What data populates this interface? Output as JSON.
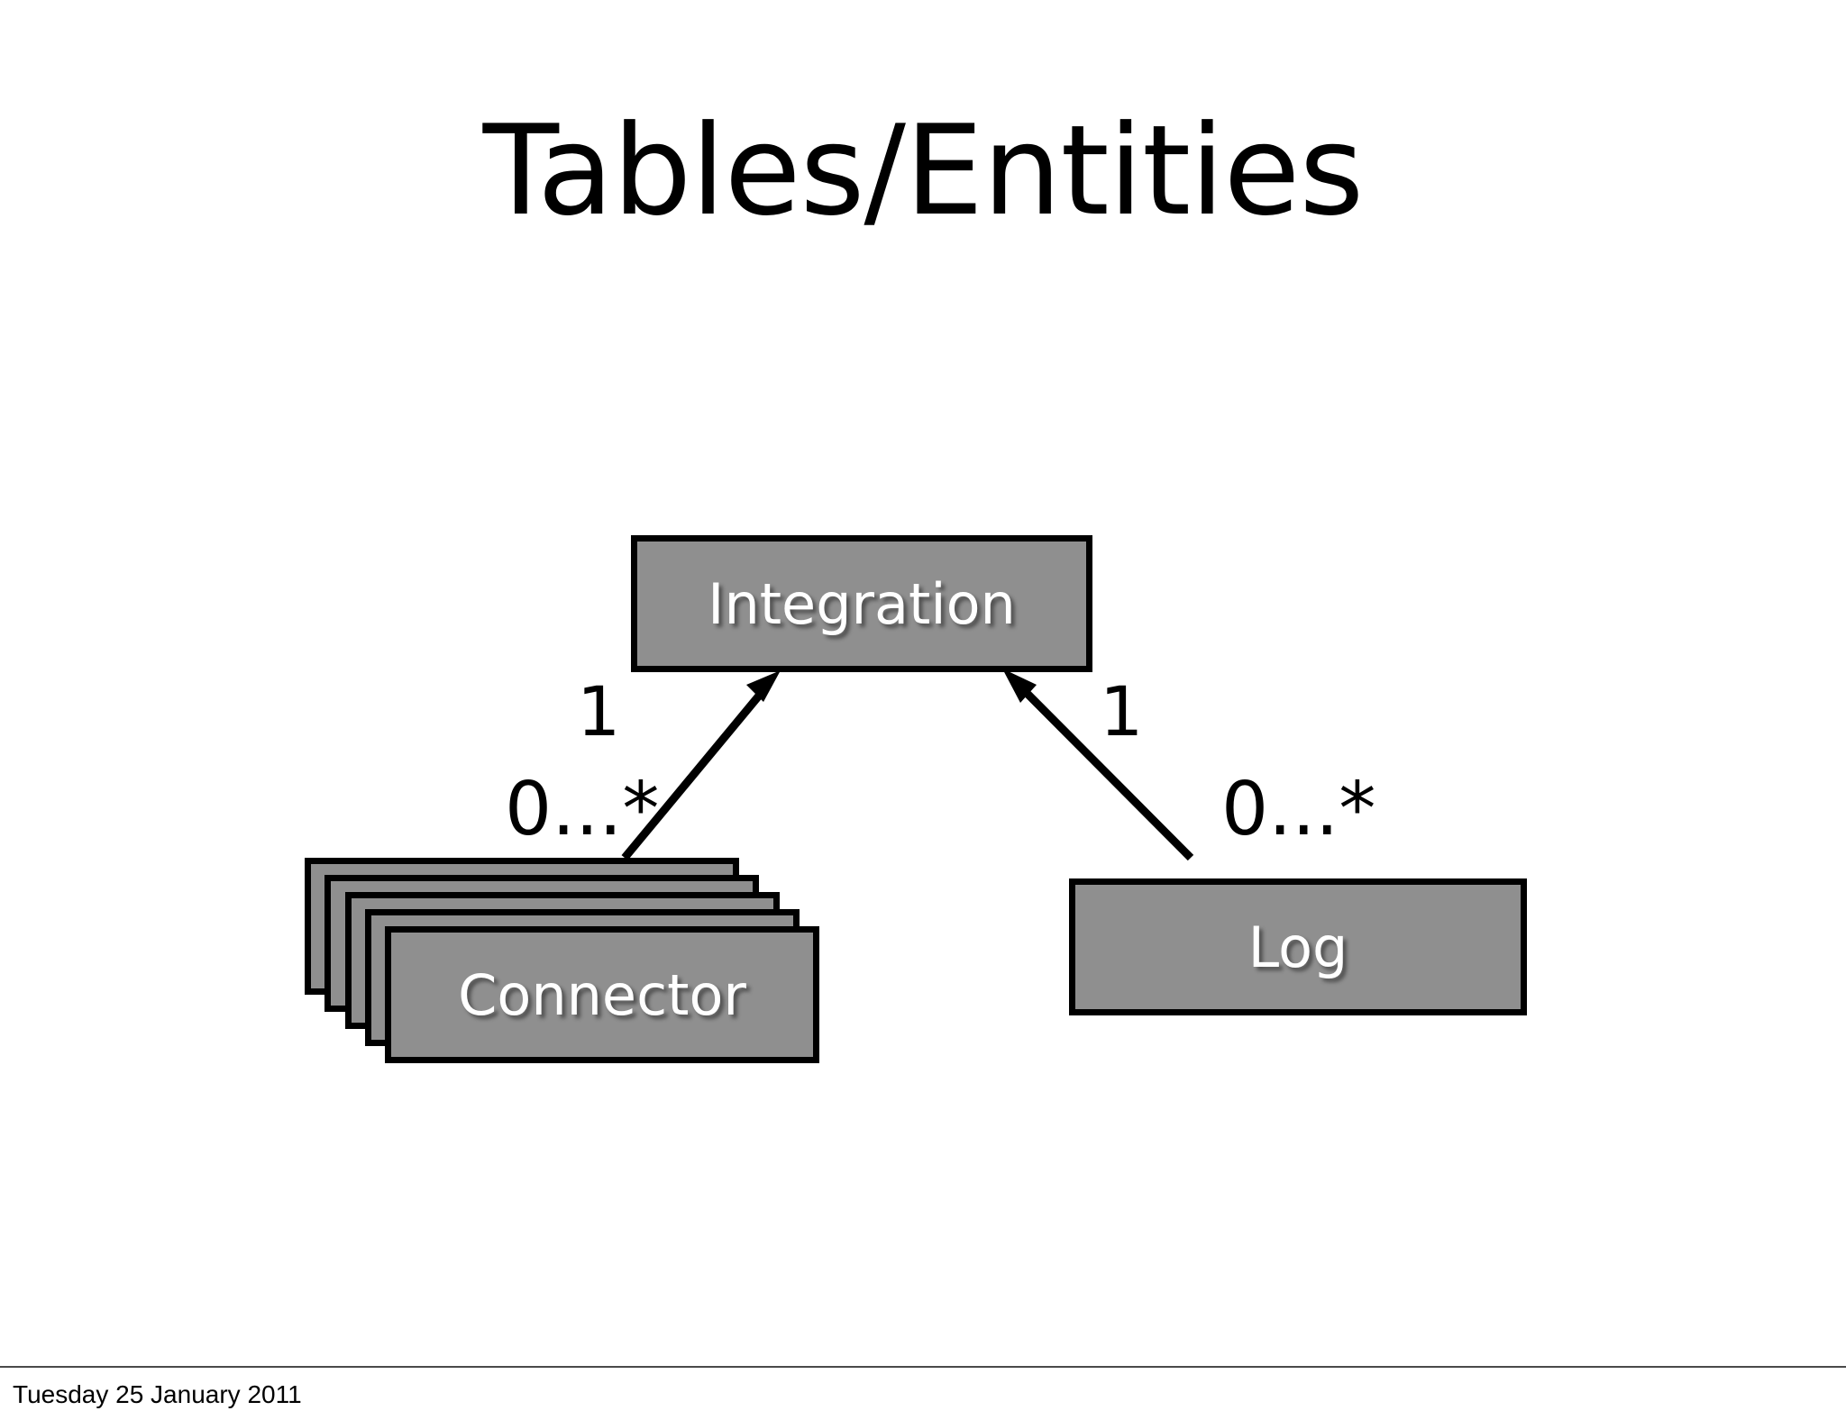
{
  "slide": {
    "title": "Tables/Entities",
    "background_color": "#ffffff"
  },
  "diagram": {
    "type": "uml-class-relationship",
    "node_fill_color": "#8f8f8f",
    "node_border_color": "#000000",
    "node_text_color": "#ffffff",
    "nodes": [
      {
        "id": "integration",
        "label": "Integration",
        "shape": "rectangle",
        "stacked": false
      },
      {
        "id": "connector",
        "label": "Connector",
        "shape": "stacked-rectangle",
        "stacked": true,
        "stack_count": 5
      },
      {
        "id": "log",
        "label": "Log",
        "shape": "rectangle",
        "stacked": false
      }
    ],
    "edges": [
      {
        "from": "connector",
        "to": "integration",
        "arrow": "open-arrow-at-target",
        "source_multiplicity": "0...*",
        "target_multiplicity": "1"
      },
      {
        "from": "log",
        "to": "integration",
        "arrow": "open-arrow-at-target",
        "source_multiplicity": "0...*",
        "target_multiplicity": "1"
      }
    ],
    "multiplicity_labels": {
      "left_one": "1",
      "left_many": "0...*",
      "right_one": "1",
      "right_many": "0...*"
    }
  },
  "footer": {
    "date": "Tuesday 25 January 2011"
  }
}
